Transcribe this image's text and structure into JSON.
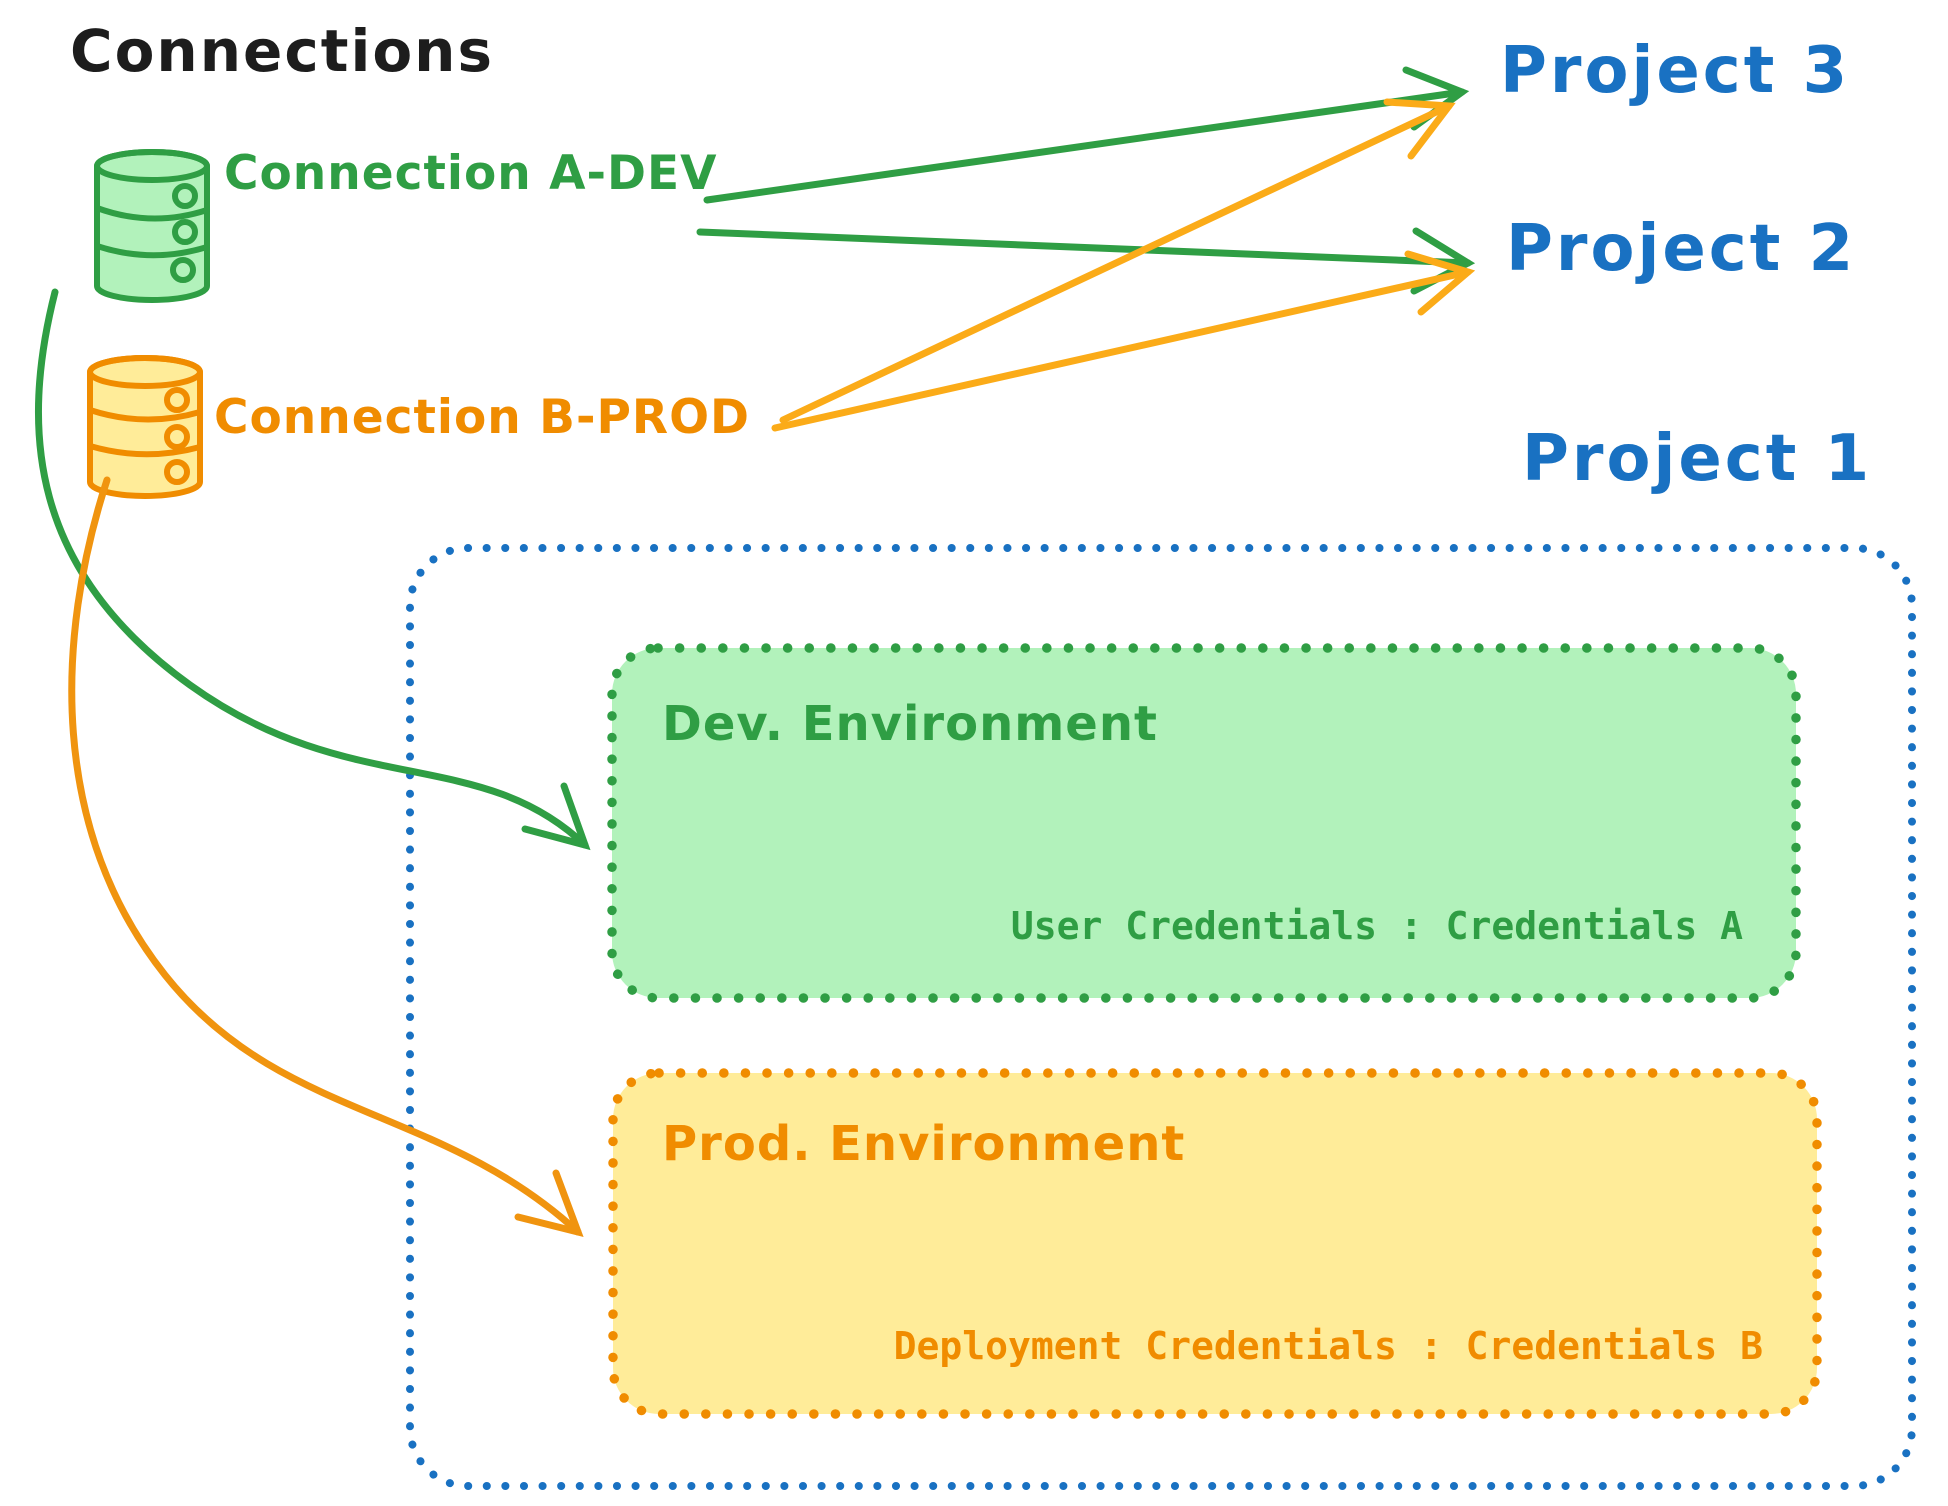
{
  "title": "Connections",
  "connections": [
    {
      "id": "a-dev",
      "label": "Connection A-DEV",
      "color": "#2f9e44"
    },
    {
      "id": "b-prod",
      "label": "Connection B-PROD",
      "color": "#f08c00"
    }
  ],
  "projects": [
    {
      "label": "Project 3"
    },
    {
      "label": "Project 2"
    },
    {
      "label": "Project 1"
    }
  ],
  "environments": {
    "dev": {
      "title": "Dev. Environment",
      "credentials": "User Credentials : Credentials A"
    },
    "prod": {
      "title": "Prod. Environment",
      "credentials": "Deployment Credentials : Credentials B"
    }
  },
  "links": [
    {
      "from": "Connection A-DEV",
      "to": "Project 3"
    },
    {
      "from": "Connection A-DEV",
      "to": "Project 2"
    },
    {
      "from": "Connection B-PROD",
      "to": "Project 3"
    },
    {
      "from": "Connection B-PROD",
      "to": "Project 2"
    },
    {
      "from": "Connection A-DEV",
      "to": "Dev. Environment (Project 1)"
    },
    {
      "from": "Connection B-PROD",
      "to": "Prod. Environment (Project 1)"
    }
  ],
  "colors": {
    "text_black": "#1d1d1d",
    "green": "#2f9e44",
    "green_fill": "#b2f2bb",
    "orange": "#f08c00",
    "orange_arrow": "#fbab18",
    "yellow_fill": "#ffec99",
    "blue": "#1971c2",
    "background": "#ffffff"
  }
}
